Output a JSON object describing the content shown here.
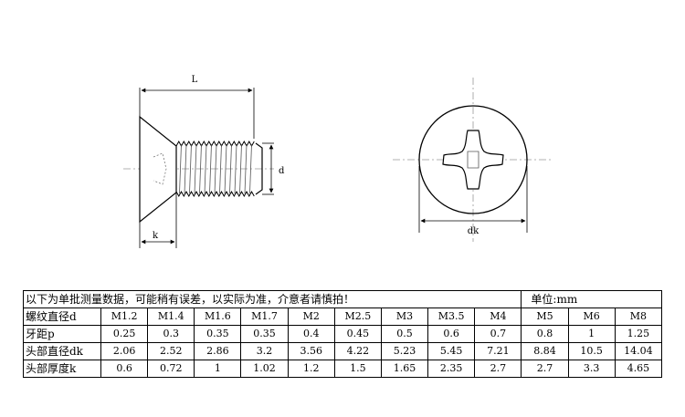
{
  "drawing": {
    "side_view": {
      "length_label": "L",
      "diameter_label": "d",
      "head_height_label": "k"
    },
    "top_view": {
      "head_diameter_label": "dk"
    }
  },
  "table": {
    "note": "以下为单批测量数据，可能稍有误差，以实际为准，介意者请慎拍！",
    "unit": "单位:mm",
    "header_label": "螺纹直径d",
    "sizes": [
      "M1.2",
      "M1.4",
      "M1.6",
      "M1.7",
      "M2",
      "M2.5",
      "M3",
      "M3.5",
      "M4",
      "M5",
      "M6",
      "M8"
    ],
    "rows": [
      {
        "label": "牙距p",
        "values": [
          "0.25",
          "0.3",
          "0.35",
          "0.35",
          "0.4",
          "0.45",
          "0.5",
          "0.6",
          "0.7",
          "0.8",
          "1",
          "1.25"
        ]
      },
      {
        "label": "头部直径dk",
        "values": [
          "2.06",
          "2.52",
          "2.86",
          "3.2",
          "3.56",
          "4.22",
          "5.23",
          "5.45",
          "7.21",
          "8.84",
          "10.5",
          "14.04"
        ]
      },
      {
        "label": "头部厚度k",
        "values": [
          "0.6",
          "0.72",
          "1",
          "1.02",
          "1.2",
          "1.5",
          "1.65",
          "2.35",
          "2.7",
          "2.7",
          "3.3",
          "4.65"
        ]
      }
    ]
  }
}
